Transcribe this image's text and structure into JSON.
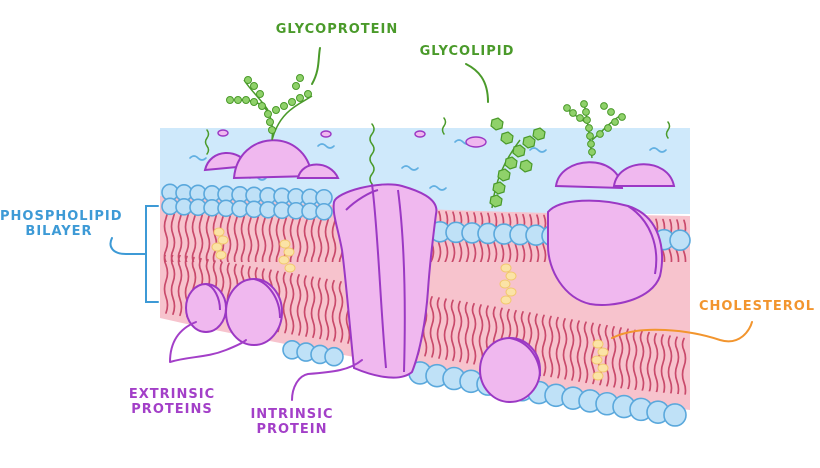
{
  "labels": {
    "glycoprotein": "GLYCOPROTEIN",
    "glycolipid": "GLYCOLIPID",
    "phospholipid_line1": "PHOSPHOLIPID",
    "phospholipid_line2": "BILAYER",
    "cholesterol": "CHOLESTEROL",
    "extrinsic_line1": "EXTRINSIC",
    "extrinsic_line2": "PROTEINS",
    "intrinsic_line1": "INTRINSIC",
    "intrinsic_line2": "PROTEIN"
  },
  "colors": {
    "green_label": "#4a9a2a",
    "blue_label": "#3d9ad6",
    "orange_label": "#f2952e",
    "purple_label": "#a33fc8",
    "water": "#cfe9fb",
    "membrane_pink": "#f7c3cd",
    "head_blue": "#bfe1f7",
    "head_outline": "#5aa8dc",
    "tail": "#c94a6b",
    "protein_fill": "#f0b8ef",
    "protein_outline": "#9b38c4",
    "sugar": "#8fd16a",
    "sugar_outline": "#4a9a2a",
    "cholesterol": "#fbe3a6"
  }
}
